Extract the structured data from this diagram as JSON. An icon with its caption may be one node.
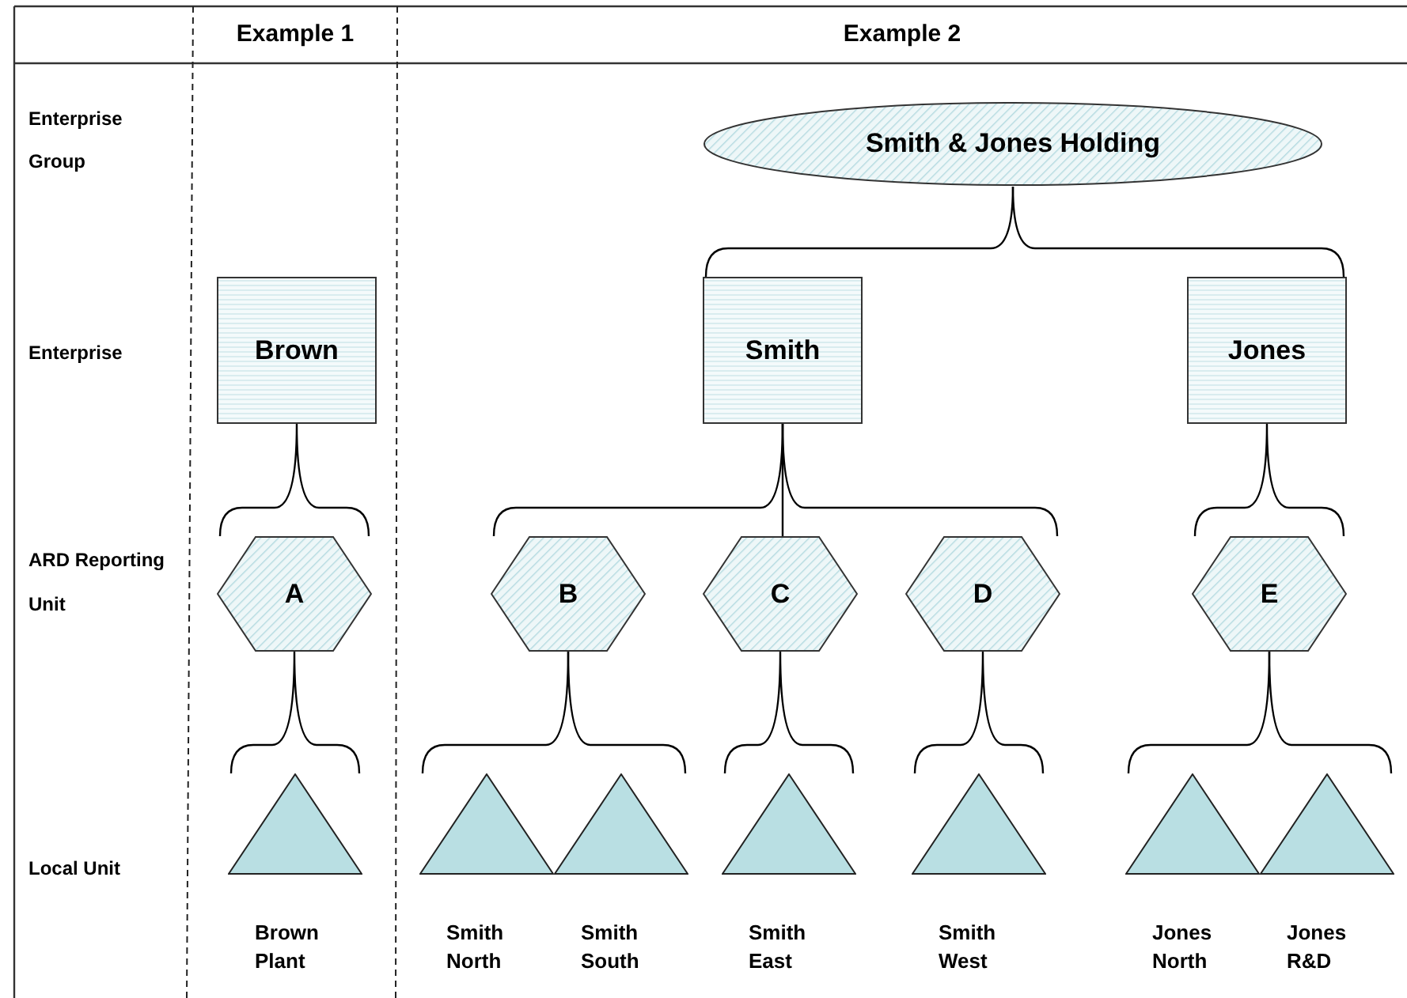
{
  "diagram": {
    "nodes": [
      {
        "text": [
          "Smith & Jones Holding"
        ]
      },
      {
        "text": [
          "Brown"
        ]
      },
      {
        "text": [
          "Smith"
        ]
      },
      {
        "text": [
          "Jones"
        ]
      },
      {
        "text": [
          "A"
        ]
      },
      {
        "text": [
          "B"
        ]
      },
      {
        "text": [
          "C"
        ]
      },
      {
        "text": [
          "D"
        ]
      },
      {
        "text": [
          "E"
        ]
      },
      {
        "text": [
          "Brown Plant"
        ]
      },
      {
        "text": [
          "Smith North"
        ]
      },
      {
        "text": [
          "Smith South"
        ]
      },
      {
        "text": [
          "Smith East"
        ]
      },
      {
        "text": [
          "Smith West"
        ]
      },
      {
        "text": [
          "Jones North"
        ]
      },
      {
        "text": [
          "Jones R&D"
        ]
      }
    ],
    "edges": [
      {
        "from": 0,
        "to": 2,
        "arrow": "none"
      },
      {
        "from": 0,
        "to": 3,
        "arrow": "none"
      },
      {
        "from": 1,
        "to": 4,
        "arrow": "none"
      },
      {
        "from": 2,
        "to": 5,
        "arrow": "none"
      },
      {
        "from": 2,
        "to": 6,
        "arrow": "none"
      },
      {
        "from": 2,
        "to": 7,
        "arrow": "none"
      },
      {
        "from": 3,
        "to": 8,
        "arrow": "none"
      },
      {
        "from": 4,
        "to": 9,
        "arrow": "none"
      },
      {
        "from": 5,
        "to": 10,
        "arrow": "none"
      },
      {
        "from": 5,
        "to": 11,
        "arrow": "none"
      },
      {
        "from": 6,
        "to": 12,
        "arrow": "none"
      },
      {
        "from": 7,
        "to": 13,
        "arrow": "none"
      },
      {
        "from": 8,
        "to": 14,
        "arrow": "none"
      },
      {
        "from": 8,
        "to": 15,
        "arrow": "none"
      }
    ],
    "labels": [
      "Example 1",
      "Example 2",
      "Enterprise Group",
      "Enterprise",
      "ARD Reporting Unit",
      "Local Unit"
    ]
  }
}
